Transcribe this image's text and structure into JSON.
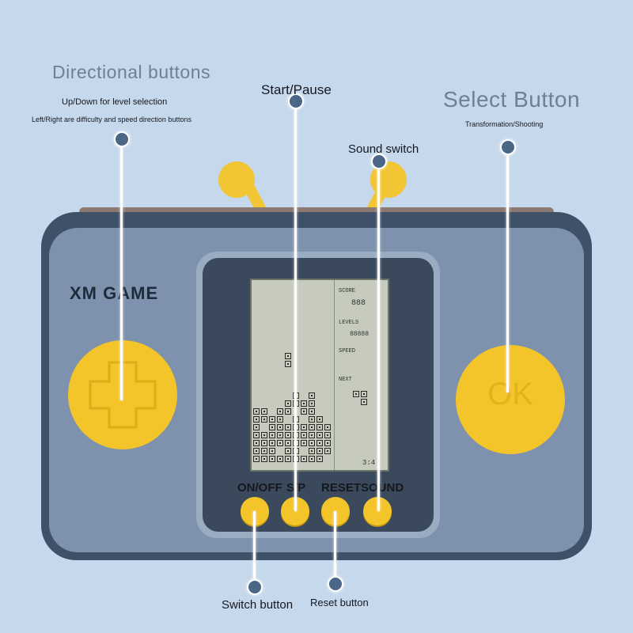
{
  "callouts": {
    "directional": {
      "title": "Directional buttons",
      "line1": "Up/Down for level selection",
      "line2": "Left/Right are difficulty and speed direction buttons"
    },
    "start_pause": {
      "title": "Start/Pause"
    },
    "select": {
      "title": "Select Button",
      "line1": "Transformation/Shooting"
    },
    "sound_switch": {
      "title": "Sound switch"
    },
    "switch_button": {
      "title": "Switch button"
    },
    "reset_button": {
      "title": "Reset button"
    }
  },
  "device": {
    "brand": "XM GAME",
    "ok_label": "OK",
    "buttons": [
      "ON/OFF",
      "S/P",
      "RESET",
      "SOUND"
    ],
    "lcd": {
      "score_label": "SCORE",
      "score_value": "888",
      "levels_label": "LEVELS",
      "levels_value": "88888",
      "speed_label": "SPEED",
      "next_label": "NEXT",
      "clock": "3:4"
    }
  },
  "colors": {
    "background": "#c6d8ec",
    "shell": "#3e5168",
    "front": "#7e92ad",
    "button_yellow": "#f4c52a"
  }
}
